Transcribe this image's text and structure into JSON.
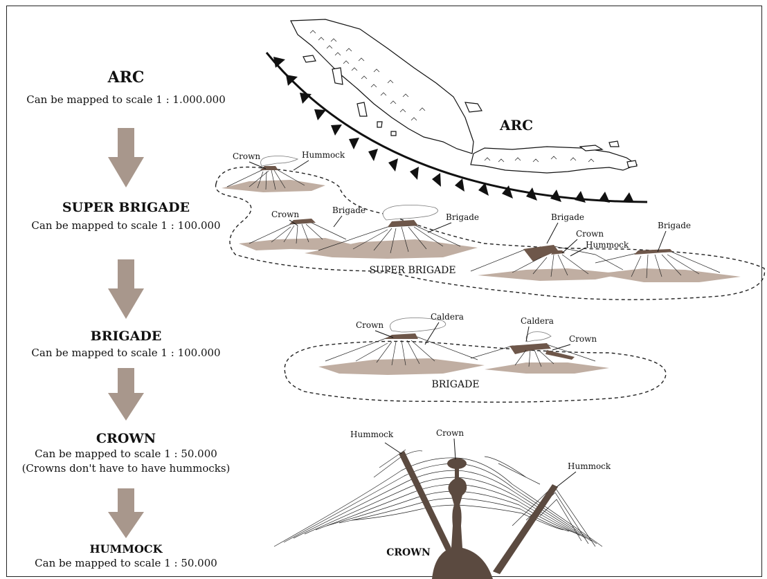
{
  "levels": [
    {
      "title": "ARC",
      "scale": "Can be mapped to scale  1 : 1.000.000",
      "note": ""
    },
    {
      "title": "SUPER BRIGADE",
      "scale": "Can be mapped to scale 1 : 100.000",
      "note": ""
    },
    {
      "title": "BRIGADE",
      "scale": "Can be mapped to scale 1 : 100.000",
      "note": ""
    },
    {
      "title": "CROWN",
      "scale": "Can be mapped to scale 1 : 50.000",
      "note": "(Crowns don't have to have hummocks)"
    },
    {
      "title": "HUMMOCK",
      "scale": "Can be mapped to scale 1 : 50.000",
      "note": ""
    }
  ],
  "diagram": {
    "arc_title": "ARC",
    "super_brigade_title": "SUPER BRIGADE",
    "brigade_title": "BRIGADE",
    "crown_title": "CROWN",
    "labels": {
      "crown": "Crown",
      "hummock": "Hummock",
      "brigade": "Brigade",
      "caldera": "Caldera"
    }
  },
  "colors": {
    "arrow": "#a8978c",
    "ash_tan": "#c0aea2",
    "ash_brown": "#6e574a",
    "conduit": "#5b4a40",
    "line": "#111111"
  }
}
